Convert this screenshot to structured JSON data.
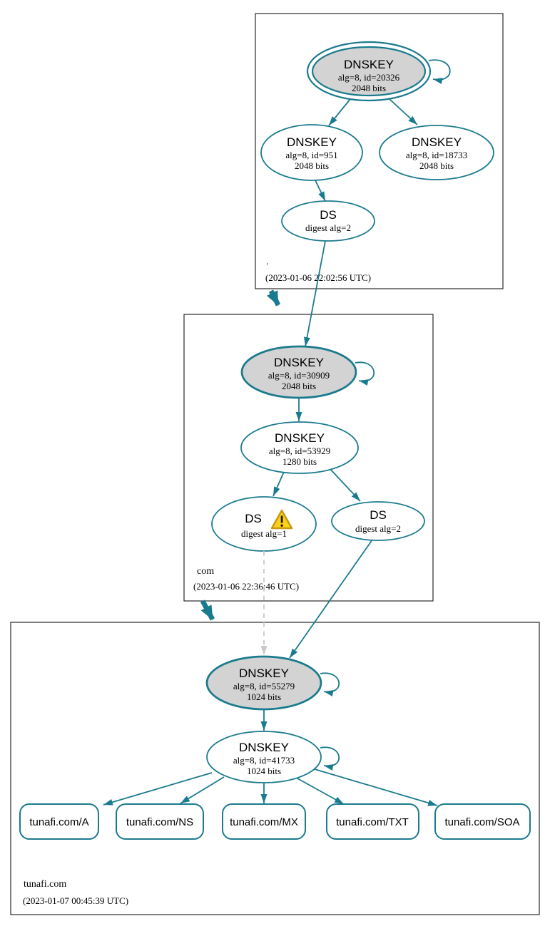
{
  "colors": {
    "teal": "#1b7b8e",
    "ksk_fill": "#d3d3d3",
    "dashed": "#c9c9c9",
    "box_border": "#2a2a2a",
    "warning_fill": "#fcd116",
    "warning_border": "#c79810",
    "text": "#000000",
    "background": "#ffffff"
  },
  "zones": {
    "root": {
      "label": ".",
      "timestamp": "(2023-01-06 22:02:56 UTC)",
      "ksk": {
        "title": "DNSKEY",
        "detail1": "alg=8, id=20326",
        "detail2": "2048 bits"
      },
      "zsk_left": {
        "title": "DNSKEY",
        "detail1": "alg=8, id=951",
        "detail2": "2048 bits"
      },
      "zsk_right": {
        "title": "DNSKEY",
        "detail1": "alg=8, id=18733",
        "detail2": "2048 bits"
      },
      "ds": {
        "title": "DS",
        "detail1": "digest alg=2"
      }
    },
    "com": {
      "label": "com",
      "timestamp": "(2023-01-06 22:36:46 UTC)",
      "ksk": {
        "title": "DNSKEY",
        "detail1": "alg=8, id=30909",
        "detail2": "2048 bits"
      },
      "zsk": {
        "title": "DNSKEY",
        "detail1": "alg=8, id=53929",
        "detail2": "1280 bits"
      },
      "ds_warning": {
        "title": "DS",
        "detail1": "digest alg=1",
        "icon": "warning-triangle"
      },
      "ds": {
        "title": "DS",
        "detail1": "digest alg=2"
      }
    },
    "tunafi": {
      "label": "tunafi.com",
      "timestamp": "(2023-01-07 00:45:39 UTC)",
      "ksk": {
        "title": "DNSKEY",
        "detail1": "alg=8, id=55279",
        "detail2": "1024 bits"
      },
      "zsk": {
        "title": "DNSKEY",
        "detail1": "alg=8, id=41733",
        "detail2": "1024 bits"
      },
      "records": [
        {
          "label": "tunafi.com/A"
        },
        {
          "label": "tunafi.com/NS"
        },
        {
          "label": "tunafi.com/MX"
        },
        {
          "label": "tunafi.com/TXT"
        },
        {
          "label": "tunafi.com/SOA"
        }
      ]
    }
  }
}
